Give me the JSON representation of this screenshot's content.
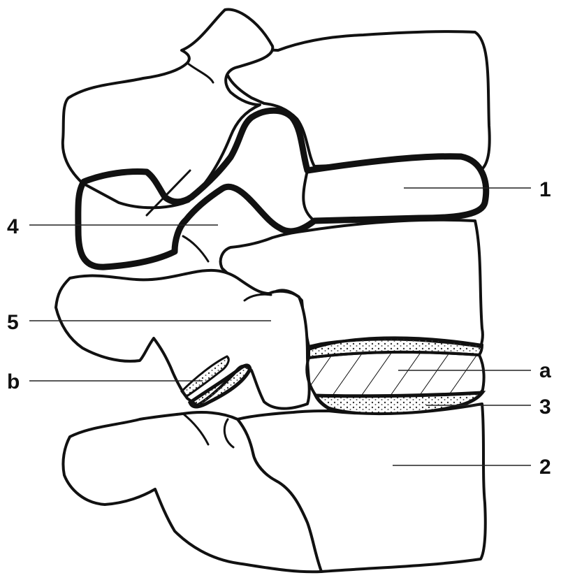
{
  "labels": {
    "l1": "1",
    "l2": "2",
    "l3": "3",
    "l4": "4",
    "l5": "5",
    "la": "a",
    "lb": "b"
  },
  "colors": {
    "line": "#111111",
    "background": "#ffffff"
  }
}
